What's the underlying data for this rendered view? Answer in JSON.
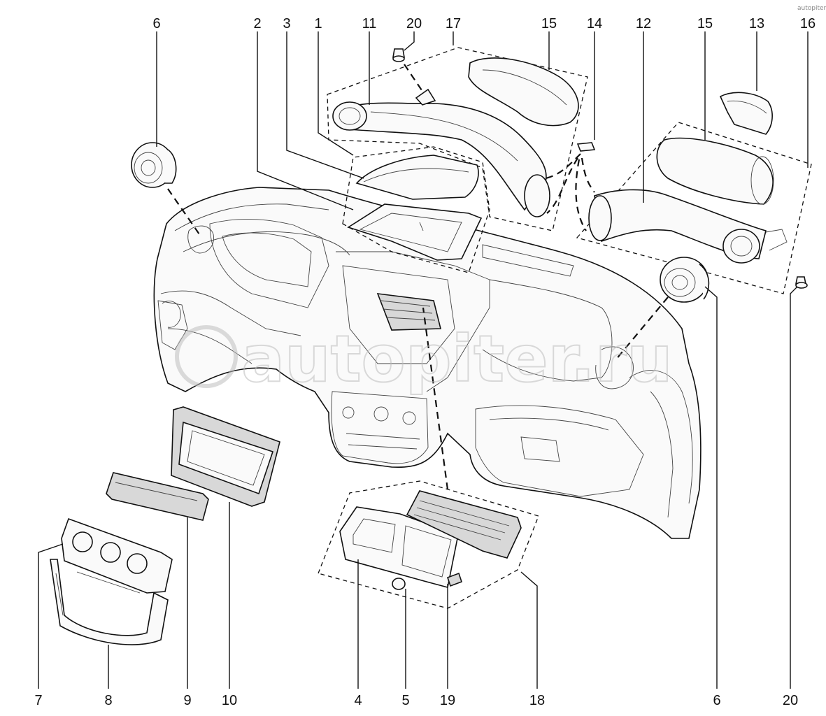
{
  "diagram": {
    "callouts": [
      {
        "id": "c6a",
        "text": "6"
      },
      {
        "id": "c2",
        "text": "2"
      },
      {
        "id": "c3",
        "text": "3"
      },
      {
        "id": "c1",
        "text": "1"
      },
      {
        "id": "c11",
        "text": "11"
      },
      {
        "id": "c20a",
        "text": "20"
      },
      {
        "id": "c17",
        "text": "17"
      },
      {
        "id": "c15a",
        "text": "15"
      },
      {
        "id": "c14",
        "text": "14"
      },
      {
        "id": "c12",
        "text": "12"
      },
      {
        "id": "c15b",
        "text": "15"
      },
      {
        "id": "c13",
        "text": "13"
      },
      {
        "id": "c16",
        "text": "16"
      },
      {
        "id": "c7",
        "text": "7"
      },
      {
        "id": "c8",
        "text": "8"
      },
      {
        "id": "c9",
        "text": "9"
      },
      {
        "id": "c10",
        "text": "10"
      },
      {
        "id": "c4",
        "text": "4"
      },
      {
        "id": "c5",
        "text": "5"
      },
      {
        "id": "c19",
        "text": "19"
      },
      {
        "id": "c18",
        "text": "18"
      },
      {
        "id": "c6b",
        "text": "6"
      },
      {
        "id": "c20b",
        "text": "20"
      }
    ],
    "watermark": "autopiter.ru",
    "watermark_corner": "autopiter"
  },
  "colors": {
    "line": "#111111",
    "fill": "#fafafa",
    "watermark": "#bdbdbd"
  }
}
